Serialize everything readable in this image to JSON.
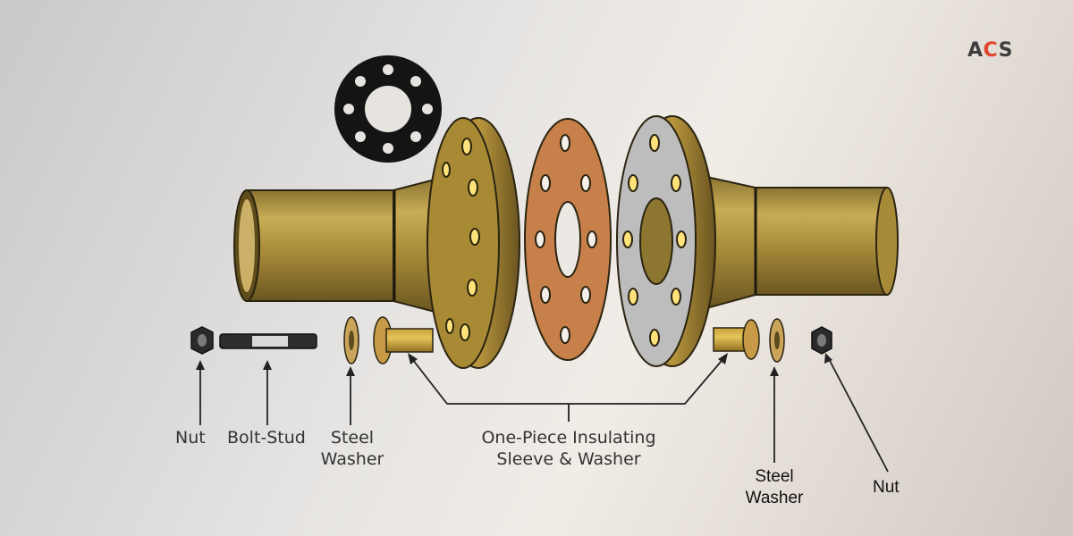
{
  "brand": {
    "logo_text_a": "A",
    "logo_text_c": "C",
    "logo_text_s": "S",
    "accent_color": "#e0442a"
  },
  "labels": {
    "nut_left": "Nut",
    "bolt_stud": "Bolt-Stud",
    "steel_washer_left_1": "Steel",
    "steel_washer_left_2": "Washer",
    "sleeve_1": "One-Piece Insulating",
    "sleeve_2": "Sleeve & Washer",
    "steel_washer_right_1": "Steel",
    "steel_washer_right_2": "Washer",
    "nut_right": "Nut"
  },
  "colors": {
    "brass": "#b8953a",
    "brass_dark": "#6e5a1f",
    "gasket": "#c8804a",
    "gasket_black": "#1a1a1a",
    "flange_face_grey": "#bdbdbd"
  }
}
